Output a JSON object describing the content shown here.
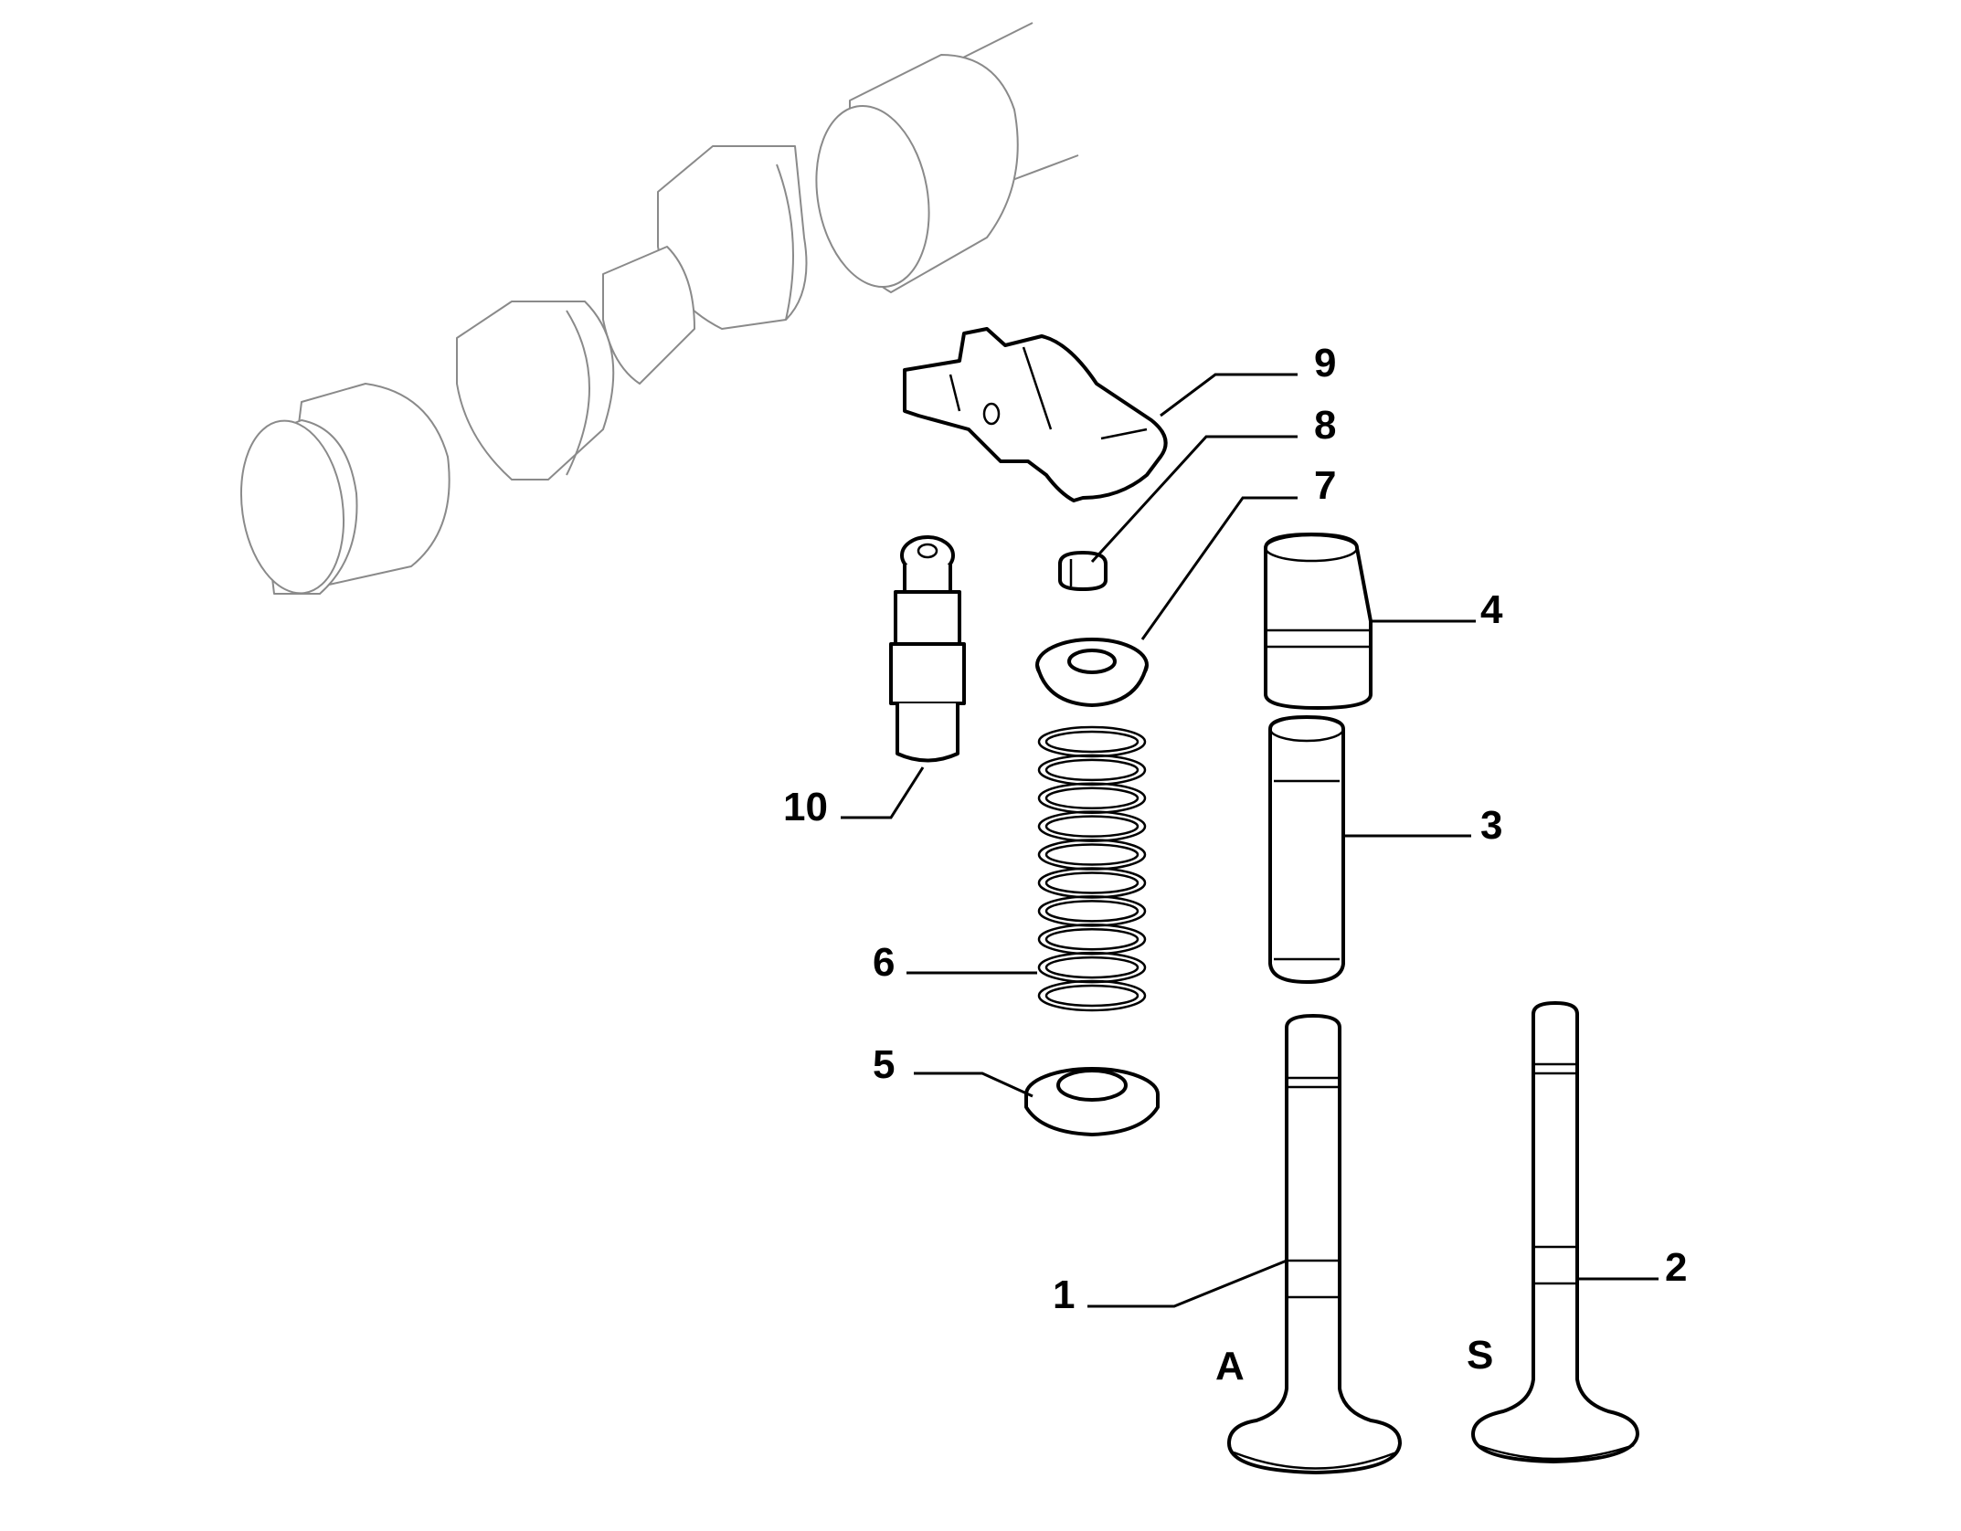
{
  "diagram": {
    "callouts": [
      {
        "id": "1",
        "label": "1"
      },
      {
        "id": "2",
        "label": "2"
      },
      {
        "id": "3",
        "label": "3"
      },
      {
        "id": "4",
        "label": "4"
      },
      {
        "id": "5",
        "label": "5"
      },
      {
        "id": "6",
        "label": "6"
      },
      {
        "id": "7",
        "label": "7"
      },
      {
        "id": "8",
        "label": "8"
      },
      {
        "id": "9",
        "label": "9"
      },
      {
        "id": "10",
        "label": "10"
      }
    ],
    "valve_markers": {
      "intake": "A",
      "exhaust": "S"
    }
  }
}
